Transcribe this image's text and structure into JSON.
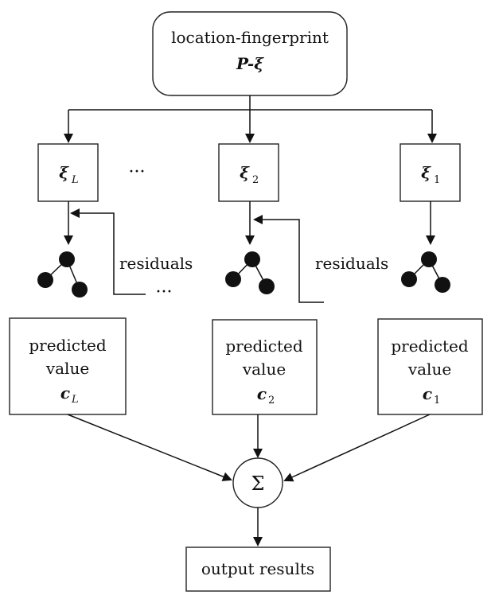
{
  "top_box": {
    "line1": "location-fingerprint",
    "line2": "P-ξ"
  },
  "subsets": [
    {
      "symbol": "ξ",
      "subscript": "L"
    },
    {
      "symbol": "ξ",
      "subscript": "2"
    },
    {
      "symbol": "ξ",
      "subscript": "1"
    }
  ],
  "ellipsis": "···",
  "residuals_label": "residuals",
  "predictions": [
    {
      "line1": "predicted",
      "line2": "value",
      "symbol": "c",
      "subscript": "L"
    },
    {
      "line1": "predicted",
      "line2": "value",
      "symbol": "c",
      "subscript": "2"
    },
    {
      "line1": "predicted",
      "line2": "value",
      "symbol": "c",
      "subscript": "1"
    }
  ],
  "sum_symbol": "Σ",
  "output_label": "output results"
}
